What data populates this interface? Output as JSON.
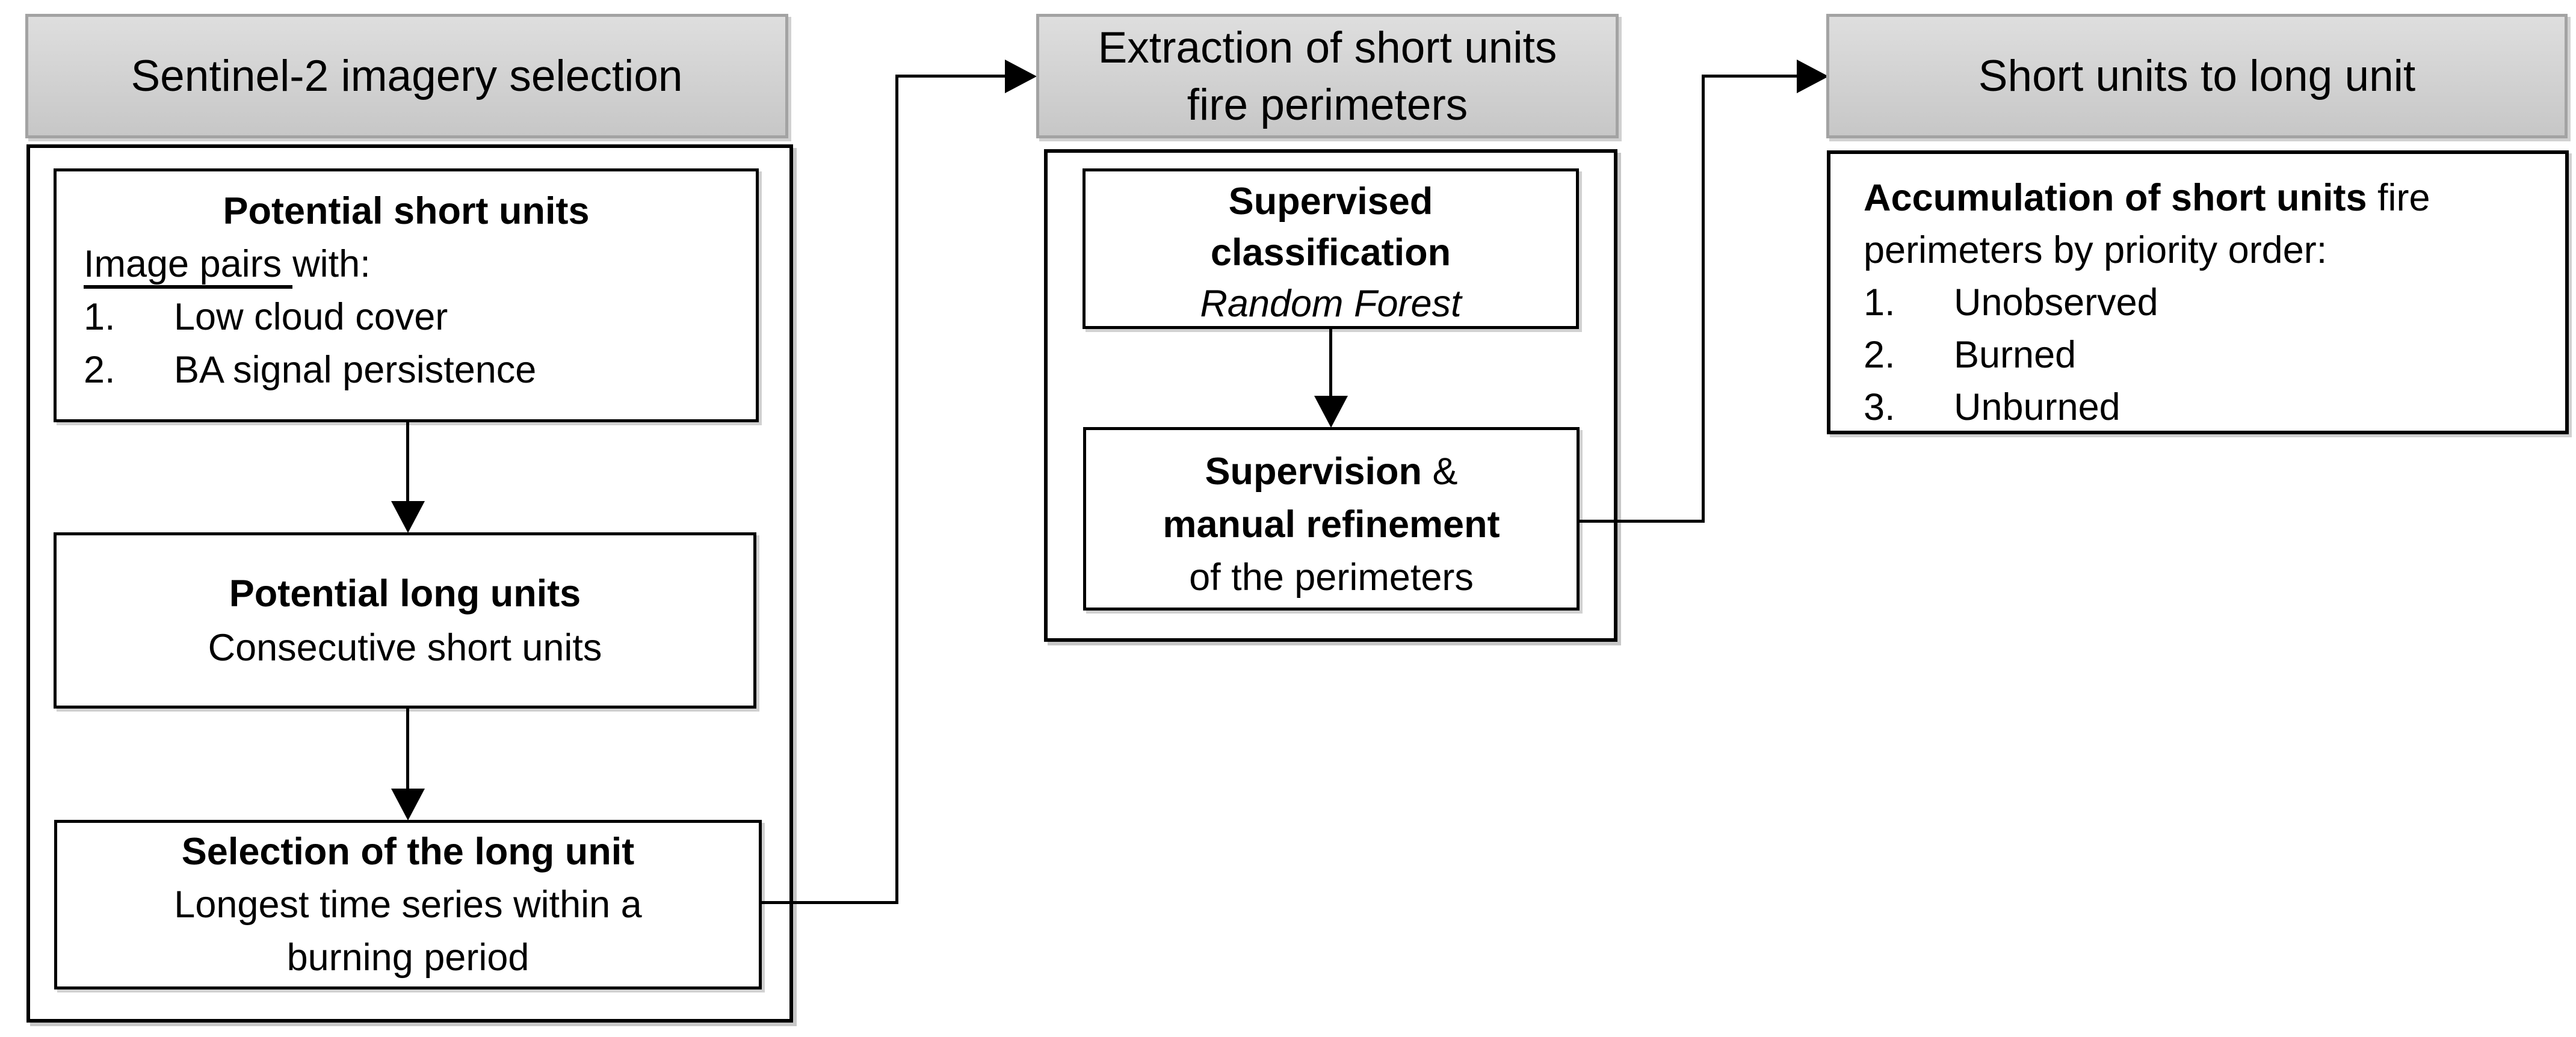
{
  "colors": {
    "header_fill_top": "#dedede",
    "header_fill_bottom": "#c7c7c7",
    "header_border": "#a3a3a3",
    "box_border": "#000000",
    "connector": "#000000",
    "background": "#ffffff"
  },
  "col1": {
    "header": "Sentinel-2 imagery selection",
    "box1": {
      "title": "Potential short units",
      "intro_underlined": "Image pairs",
      "intro_rest": "with:",
      "items": [
        {
          "num": "1.",
          "text": "Low cloud cover"
        },
        {
          "num": "2.",
          "text": "BA signal persistence"
        }
      ]
    },
    "box2": {
      "title": "Potential long units",
      "subtitle": "Consecutive short units"
    },
    "box3": {
      "title": "Selection of the long unit",
      "line1": "Longest time series within a",
      "line2": "burning period"
    }
  },
  "col2": {
    "header_line1": "Extraction of short units",
    "header_line2": "fire perimeters",
    "box1": {
      "title_line1": "Supervised",
      "title_line2": "classification",
      "subtitle_italic": "Random Forest"
    },
    "box2": {
      "bold1": "Supervision",
      "amp": " &",
      "bold2": "manual refinement",
      "line3": "of the perimeters"
    }
  },
  "col3": {
    "header": "Short units to long unit",
    "box": {
      "lead_bold": "Accumulation of short units",
      "lead_rest": " fire",
      "line2": "perimeters by priority order:",
      "items": [
        {
          "num": "1.",
          "text": "Unobserved"
        },
        {
          "num": "2.",
          "text": "Burned"
        },
        {
          "num": "3.",
          "text": "Unburned"
        }
      ]
    }
  }
}
